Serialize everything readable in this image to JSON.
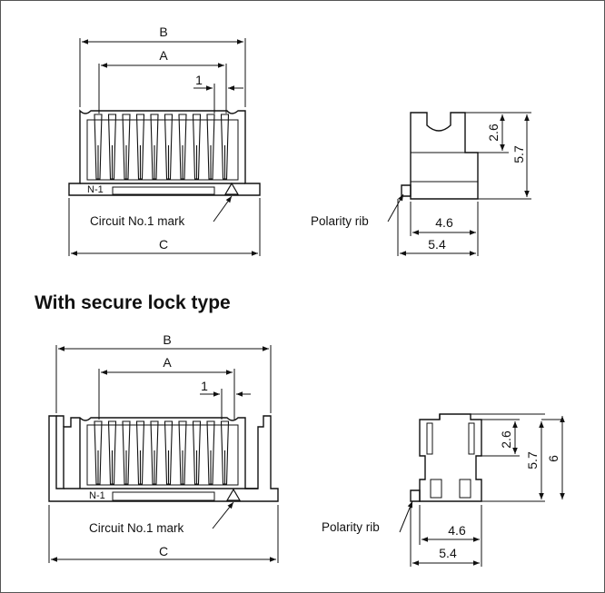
{
  "section_title": "With secure lock type",
  "standard": {
    "dim_b": "B",
    "dim_a": "A",
    "dim_pitch": "1",
    "dim_c": "C",
    "pin_label": "N-1",
    "circuit_mark": "Circuit No.1 mark",
    "polarity_rib": "Polarity rib",
    "dim_height_slot": "2.6",
    "dim_height_total": "5.7",
    "dim_width_body": "4.6",
    "dim_width_total": "5.4"
  },
  "secure_lock": {
    "dim_b": "B",
    "dim_a": "A",
    "dim_pitch": "1",
    "dim_c": "C",
    "pin_label": "N-1",
    "circuit_mark": "Circuit No.1 mark",
    "polarity_rib": "Polarity rib",
    "dim_height_slot": "2.6",
    "dim_height_body": "5.7",
    "dim_height_total": "6",
    "dim_width_body": "4.6",
    "dim_width_total": "5.4"
  }
}
